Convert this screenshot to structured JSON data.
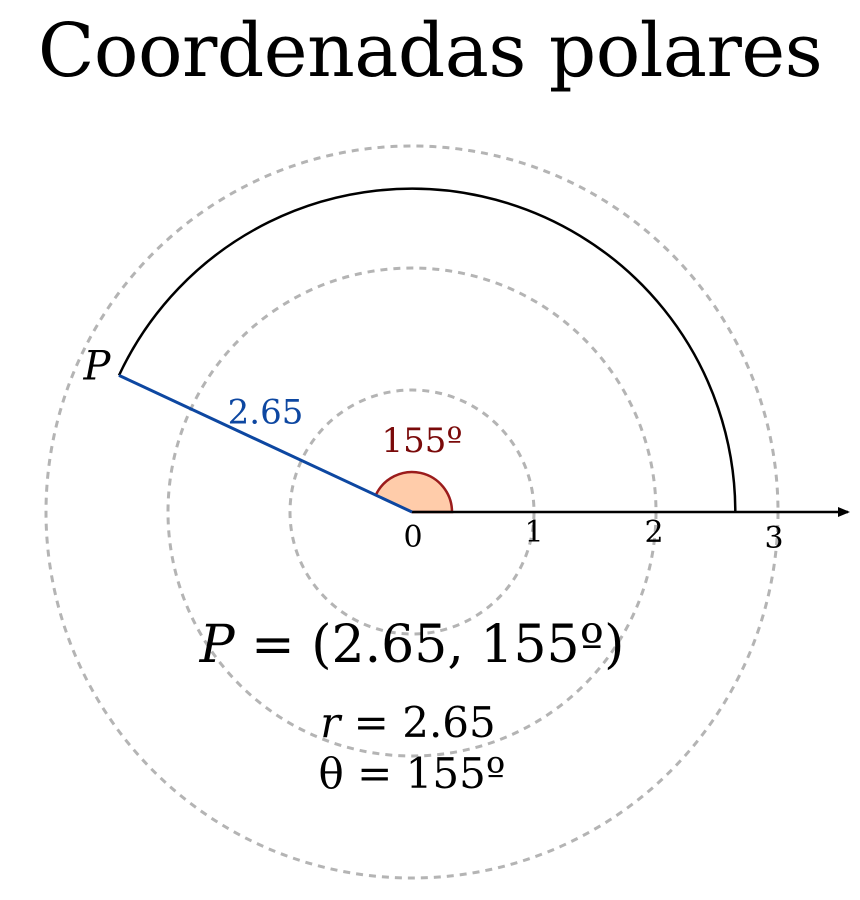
{
  "title": "Coordenadas polares",
  "point": {
    "label": "P",
    "r": 2.65,
    "theta_deg": 155
  },
  "labels": {
    "origin": "0",
    "ticks": [
      "1",
      "2",
      "3"
    ],
    "radius": "2.65",
    "angle": "155º",
    "formula_var": "P",
    "formula_value": " = (2.65, 155º)",
    "r_var": "r",
    "r_value": " = 2.65",
    "theta_line": "θ = 155º"
  },
  "colors": {
    "radius_line": "#0d47a1",
    "angle_fill": "#ffccaa",
    "angle_stroke": "#9b1c1c",
    "angle_label": "#7a0a0a",
    "grid_circles": "#b4b4b4",
    "axis": "#000000"
  }
}
